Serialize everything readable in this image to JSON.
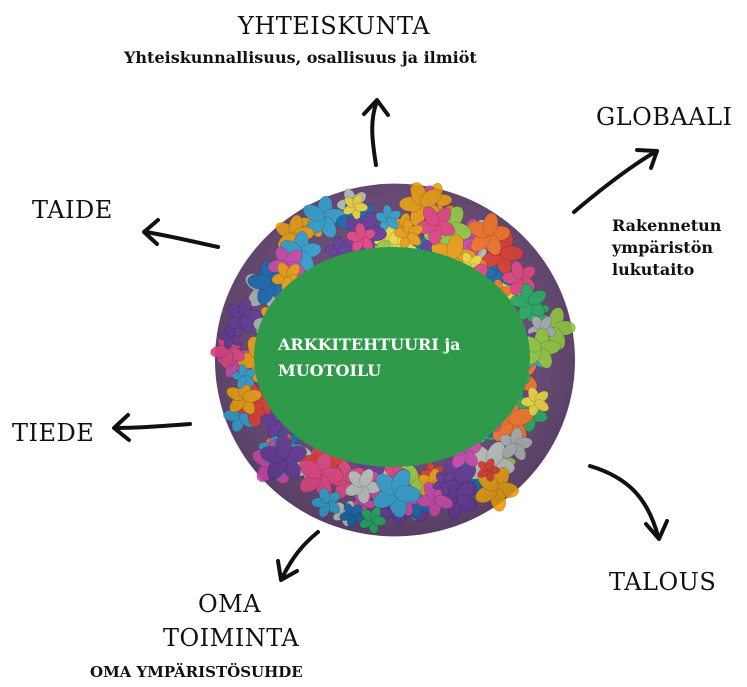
{
  "labels": {
    "yhteiskunta": "YHTEISKUNTA",
    "yhteiskunta_sub": "Yhteiskunnallisuus, osallisuus ja ilmiöt",
    "globaali": "GLOBAALI",
    "rakennetun": "Rakennetun",
    "ympariston": "ympäristön",
    "lukutaito": "lukutaito",
    "taide": "TAIDE",
    "tiede": "TIEDE",
    "talous": "TALOUS",
    "oma": "OMA",
    "toiminta": "TOIMINTA",
    "oma_sub": "OMA YMPÄRISTÖSUHDE"
  },
  "center": {
    "line1": "ARKKITEHTUURI ja",
    "line2": "MUOTOILU"
  },
  "colors": {
    "center_fill": "#2e9a4a",
    "arrow": "#111111"
  }
}
